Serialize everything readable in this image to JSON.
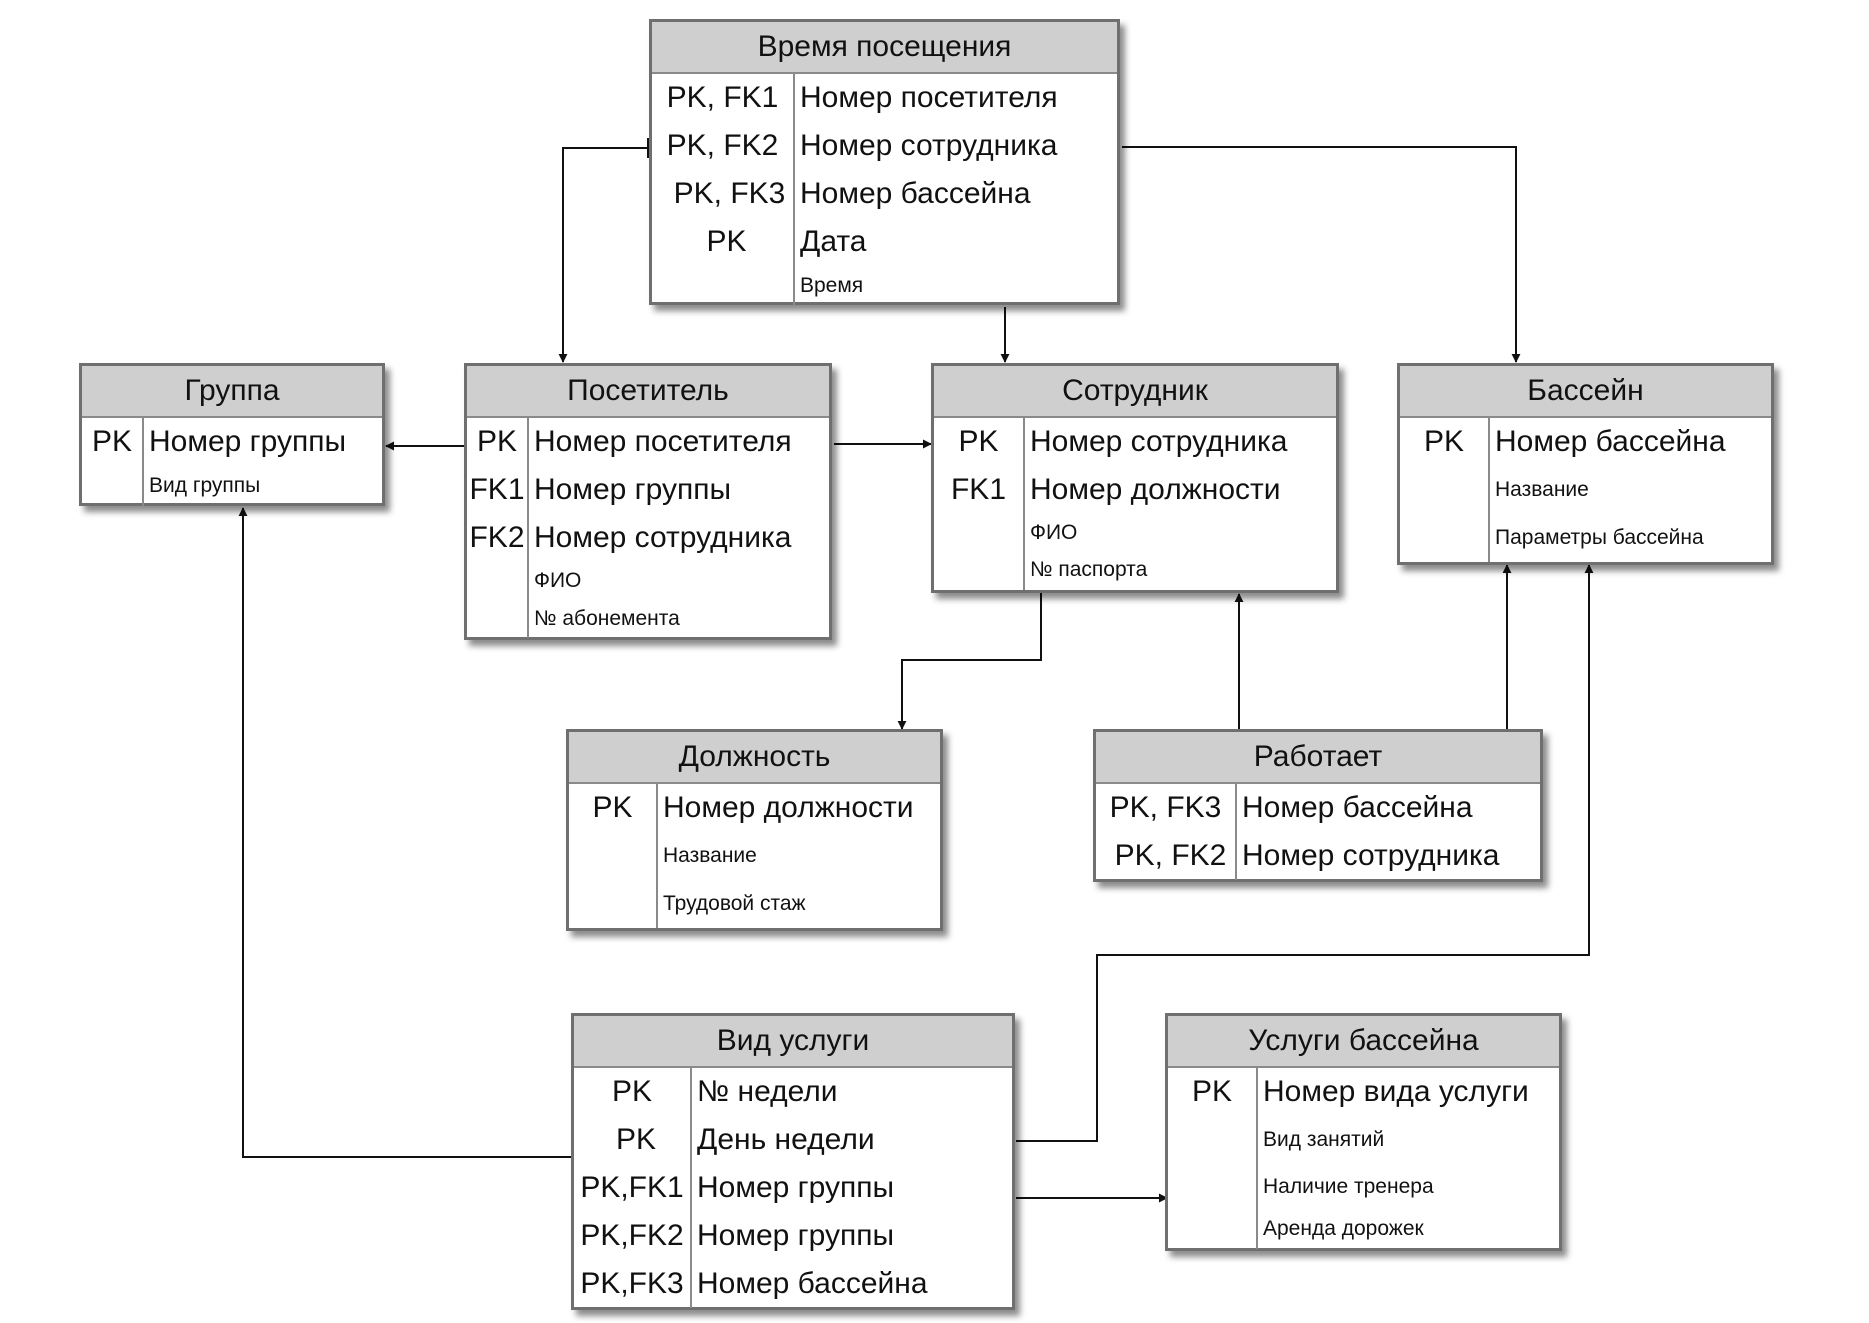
{
  "entities": {
    "vremya": {
      "title": "Время посещения",
      "rows": [
        {
          "key": "PK, FK1",
          "attr": "Номер посетителя",
          "size": "big"
        },
        {
          "key": "PK, FK2",
          "attr": "Номер сотрудника",
          "size": "big"
        },
        {
          "key": "PK, FK3",
          "attr": "Номер бассейна",
          "size": "big"
        },
        {
          "key": "PK",
          "attr": "Дата",
          "size": "big"
        },
        {
          "key": "",
          "attr": "Время",
          "size": "small"
        }
      ]
    },
    "gruppa": {
      "title": "Группа",
      "rows": [
        {
          "key": "PK",
          "attr": "Номер группы",
          "size": "big"
        },
        {
          "key": "",
          "attr": "Вид группы",
          "size": "small"
        }
      ]
    },
    "posetitel": {
      "title": "Посетитель",
      "rows": [
        {
          "key": "PK",
          "attr": "Номер посетителя",
          "size": "big"
        },
        {
          "key": "FK1",
          "attr": "Номер группы",
          "size": "big"
        },
        {
          "key": "FK2",
          "attr": "Номер сотрудника",
          "size": "big"
        },
        {
          "key": "",
          "attr": "ФИО",
          "size": "small"
        },
        {
          "key": "",
          "attr": "№ абонемента",
          "size": "small"
        }
      ]
    },
    "sotrudnik": {
      "title": "Сотрудник",
      "rows": [
        {
          "key": "PK",
          "attr": "Номер сотрудника",
          "size": "big"
        },
        {
          "key": "FK1",
          "attr": "Номер должности",
          "size": "big"
        },
        {
          "key": "",
          "attr": "ФИО",
          "size": "small"
        },
        {
          "key": "",
          "attr": "№ паспорта",
          "size": "small"
        }
      ]
    },
    "bassein": {
      "title": "Бассейн",
      "rows": [
        {
          "key": "PK",
          "attr": "Номер бассейна",
          "size": "big"
        },
        {
          "key": "",
          "attr": "Название",
          "size": "small"
        },
        {
          "key": "",
          "attr": "Параметры бассейна",
          "size": "small"
        }
      ]
    },
    "dolzhnost": {
      "title": "Должность",
      "rows": [
        {
          "key": "PK",
          "attr": "Номер должности",
          "size": "big"
        },
        {
          "key": "",
          "attr": "Название",
          "size": "small"
        },
        {
          "key": "",
          "attr": "Трудовой стаж",
          "size": "small"
        }
      ]
    },
    "rabotaet": {
      "title": "Работает",
      "rows": [
        {
          "key": "PK, FK3",
          "attr": "Номер бассейна",
          "size": "big"
        },
        {
          "key": "PK, FK2",
          "attr": "Номер сотрудника",
          "size": "big"
        }
      ]
    },
    "vid_uslugi": {
      "title": "Вид услуги",
      "rows": [
        {
          "key": "PK",
          "attr": "№ недели",
          "size": "big"
        },
        {
          "key": "PK",
          "attr": "День недели",
          "size": "big"
        },
        {
          "key": "PK,FK1",
          "attr": "Номер группы",
          "size": "big"
        },
        {
          "key": "PK,FK2",
          "attr": "Номер группы",
          "size": "big"
        },
        {
          "key": "PK,FK3",
          "attr": "Номер бассейна",
          "size": "big"
        }
      ]
    },
    "uslugi_basseina": {
      "title": "Услуги бассейна",
      "rows": [
        {
          "key": "PK",
          "attr": "Номер вида услуги",
          "size": "big"
        },
        {
          "key": "",
          "attr": "Вид занятий",
          "size": "small"
        },
        {
          "key": "",
          "attr": "Наличие тренера",
          "size": "small"
        },
        {
          "key": "",
          "attr": "Аренда дорожек",
          "size": "small"
        }
      ]
    }
  },
  "colors": {
    "header_fill": "#cfcfcf",
    "border": "#6f6f6f",
    "connector": "#111111"
  }
}
